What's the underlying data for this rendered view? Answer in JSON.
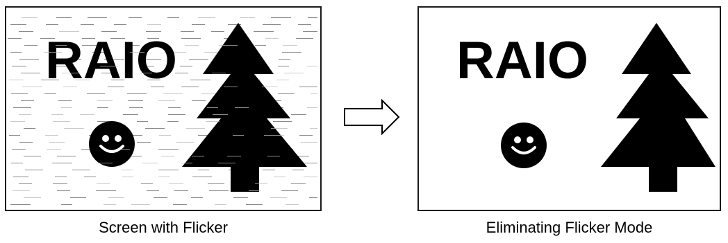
{
  "diagram": {
    "before": {
      "logo_text": "RAIO",
      "caption": "Screen with Flicker",
      "flicker": true
    },
    "after": {
      "logo_text": "RAIO",
      "caption": "Eliminating Flicker Mode",
      "flicker": false
    },
    "transition_icon": "right-arrow-icon",
    "colors": {
      "ink": "#000000",
      "flicker_lines": "#8a8a8a",
      "background": "#ffffff"
    }
  }
}
